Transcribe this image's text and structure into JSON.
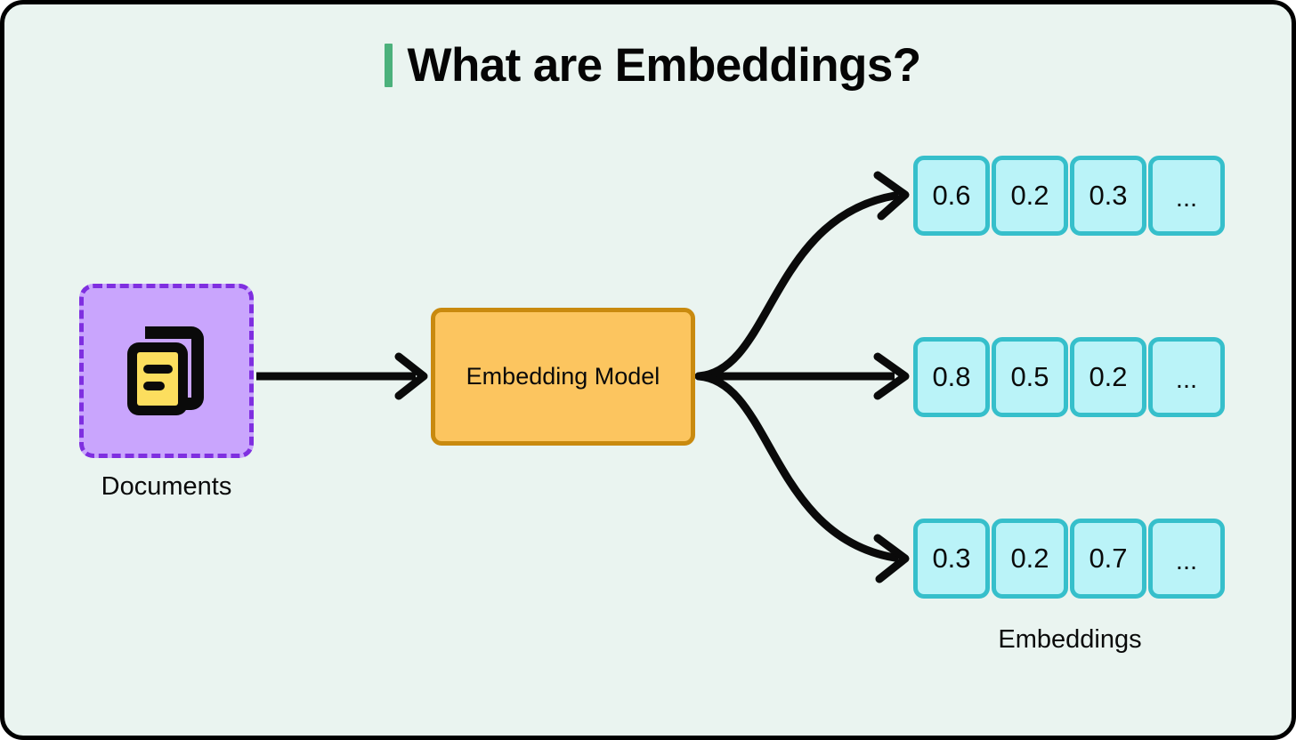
{
  "theme": {
    "canvas_background": "#eaf4f0",
    "canvas_border": "#000000",
    "title_accent": "#4cb17c",
    "documents_fill": "#c9a5fd",
    "documents_border": "#7f2fe0",
    "documents_icon_paper": "#fcde5e",
    "documents_icon_outline": "#0a0a0a",
    "model_fill": "#fcc55f",
    "model_border": "#c98a0f",
    "embedding_fill": "#baf3f8",
    "embedding_border": "#36bfcb",
    "arrow_color": "#0a0a0a",
    "text_color": "#0a0a0a"
  },
  "header": {
    "title": "What are Embeddings?"
  },
  "diagram": {
    "input": {
      "label": "Documents",
      "icon": "documents-stack-icon"
    },
    "process": {
      "label": "Embedding Model"
    },
    "output": {
      "label": "Embeddings",
      "rows": [
        {
          "cells": [
            "0.6",
            "0.2",
            "0.3",
            "..."
          ]
        },
        {
          "cells": [
            "0.8",
            "0.5",
            "0.2",
            "..."
          ]
        },
        {
          "cells": [
            "0.3",
            "0.2",
            "0.7",
            "..."
          ]
        }
      ]
    },
    "connectors": [
      {
        "name": "documents-to-model",
        "shape": "straight"
      },
      {
        "name": "model-to-embedding-row-0",
        "shape": "curve-up"
      },
      {
        "name": "model-to-embedding-row-1",
        "shape": "straight"
      },
      {
        "name": "model-to-embedding-row-2",
        "shape": "curve-down"
      }
    ]
  }
}
